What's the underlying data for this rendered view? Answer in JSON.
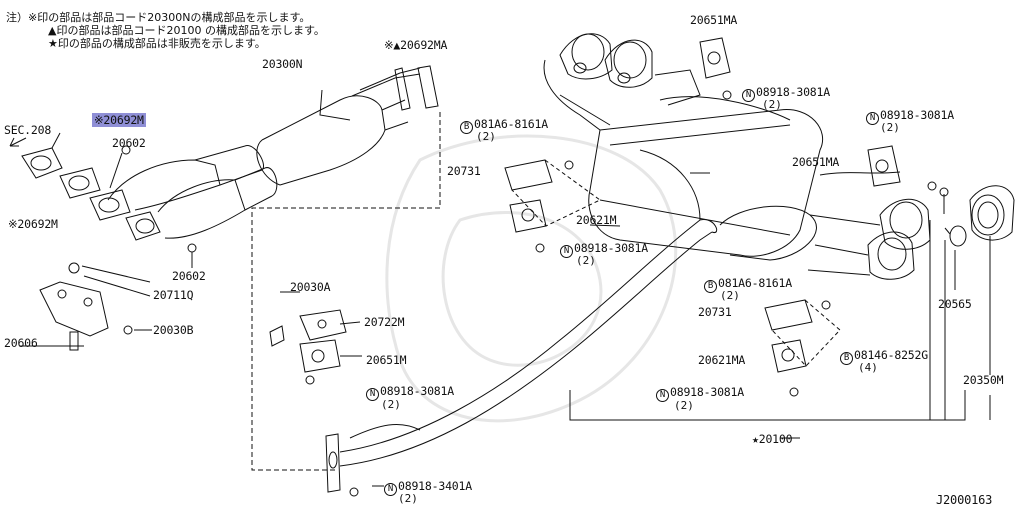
{
  "notes": [
    {
      "prefix": "注）※",
      "text": "印の部品は部品コード20300Nの構成部品を示します。"
    },
    {
      "prefix": "▲",
      "text": "印の部品は部品コード20100 の構成部品を示します。"
    },
    {
      "prefix": "★",
      "text": "印の部品の構成部品は非販売を示します。"
    }
  ],
  "labels": {
    "sec_208": "SEC.208",
    "p20692M_hl": "※20692M",
    "p20602_a": "20602",
    "p20692M_b": "※20692M",
    "p20602_b": "20602",
    "p20711Q": "20711Q",
    "p20606": "20606",
    "p20030B": "20030B",
    "p20300N": "20300N",
    "p20692MA": "※▲20692MA",
    "p20030A": "20030A",
    "p20722M": "20722M",
    "p20651M": "20651M",
    "n08918_3081A_c": "08918-3081A",
    "n08918_3081A_c_qty": "(2)",
    "n08918_3401A": "08918-3401A",
    "n08918_3401A_qty": "(2)",
    "p20651MA_top": "20651MA",
    "n08918_3081A_a": "08918-3081A",
    "n08918_3081A_a_qty": "(2)",
    "b081A6_8161A_a": "081A6-8161A",
    "b081A6_8161A_a_qty": "(2)",
    "p20731_a": "20731",
    "p20621M": "20621M",
    "n08918_3081A_b": "08918-3081A",
    "n08918_3081A_b_qty": "(2)",
    "n08918_3081A_d": "08918-3081A",
    "n08918_3081A_d_qty": "(2)",
    "p20651MA_mid": "20651MA",
    "b081A6_8161A_b": "081A6-8161A",
    "b081A6_8161A_b_qty": "(2)",
    "p20731_b": "20731",
    "p20621MA": "20621MA",
    "b08146_8252G": "08146-8252G",
    "b08146_8252G_qty": "(4)",
    "p20565": "20565",
    "p20350M": "20350M",
    "n08918_3081A_e": "08918-3081A",
    "n08918_3081A_e_qty": "(2)",
    "p20100": "★20100",
    "diagram_id": "J2000163",
    "n_mark": "N",
    "b_mark": "B"
  },
  "colors": {
    "highlight": "#8f8fd6",
    "line": "#111111"
  }
}
